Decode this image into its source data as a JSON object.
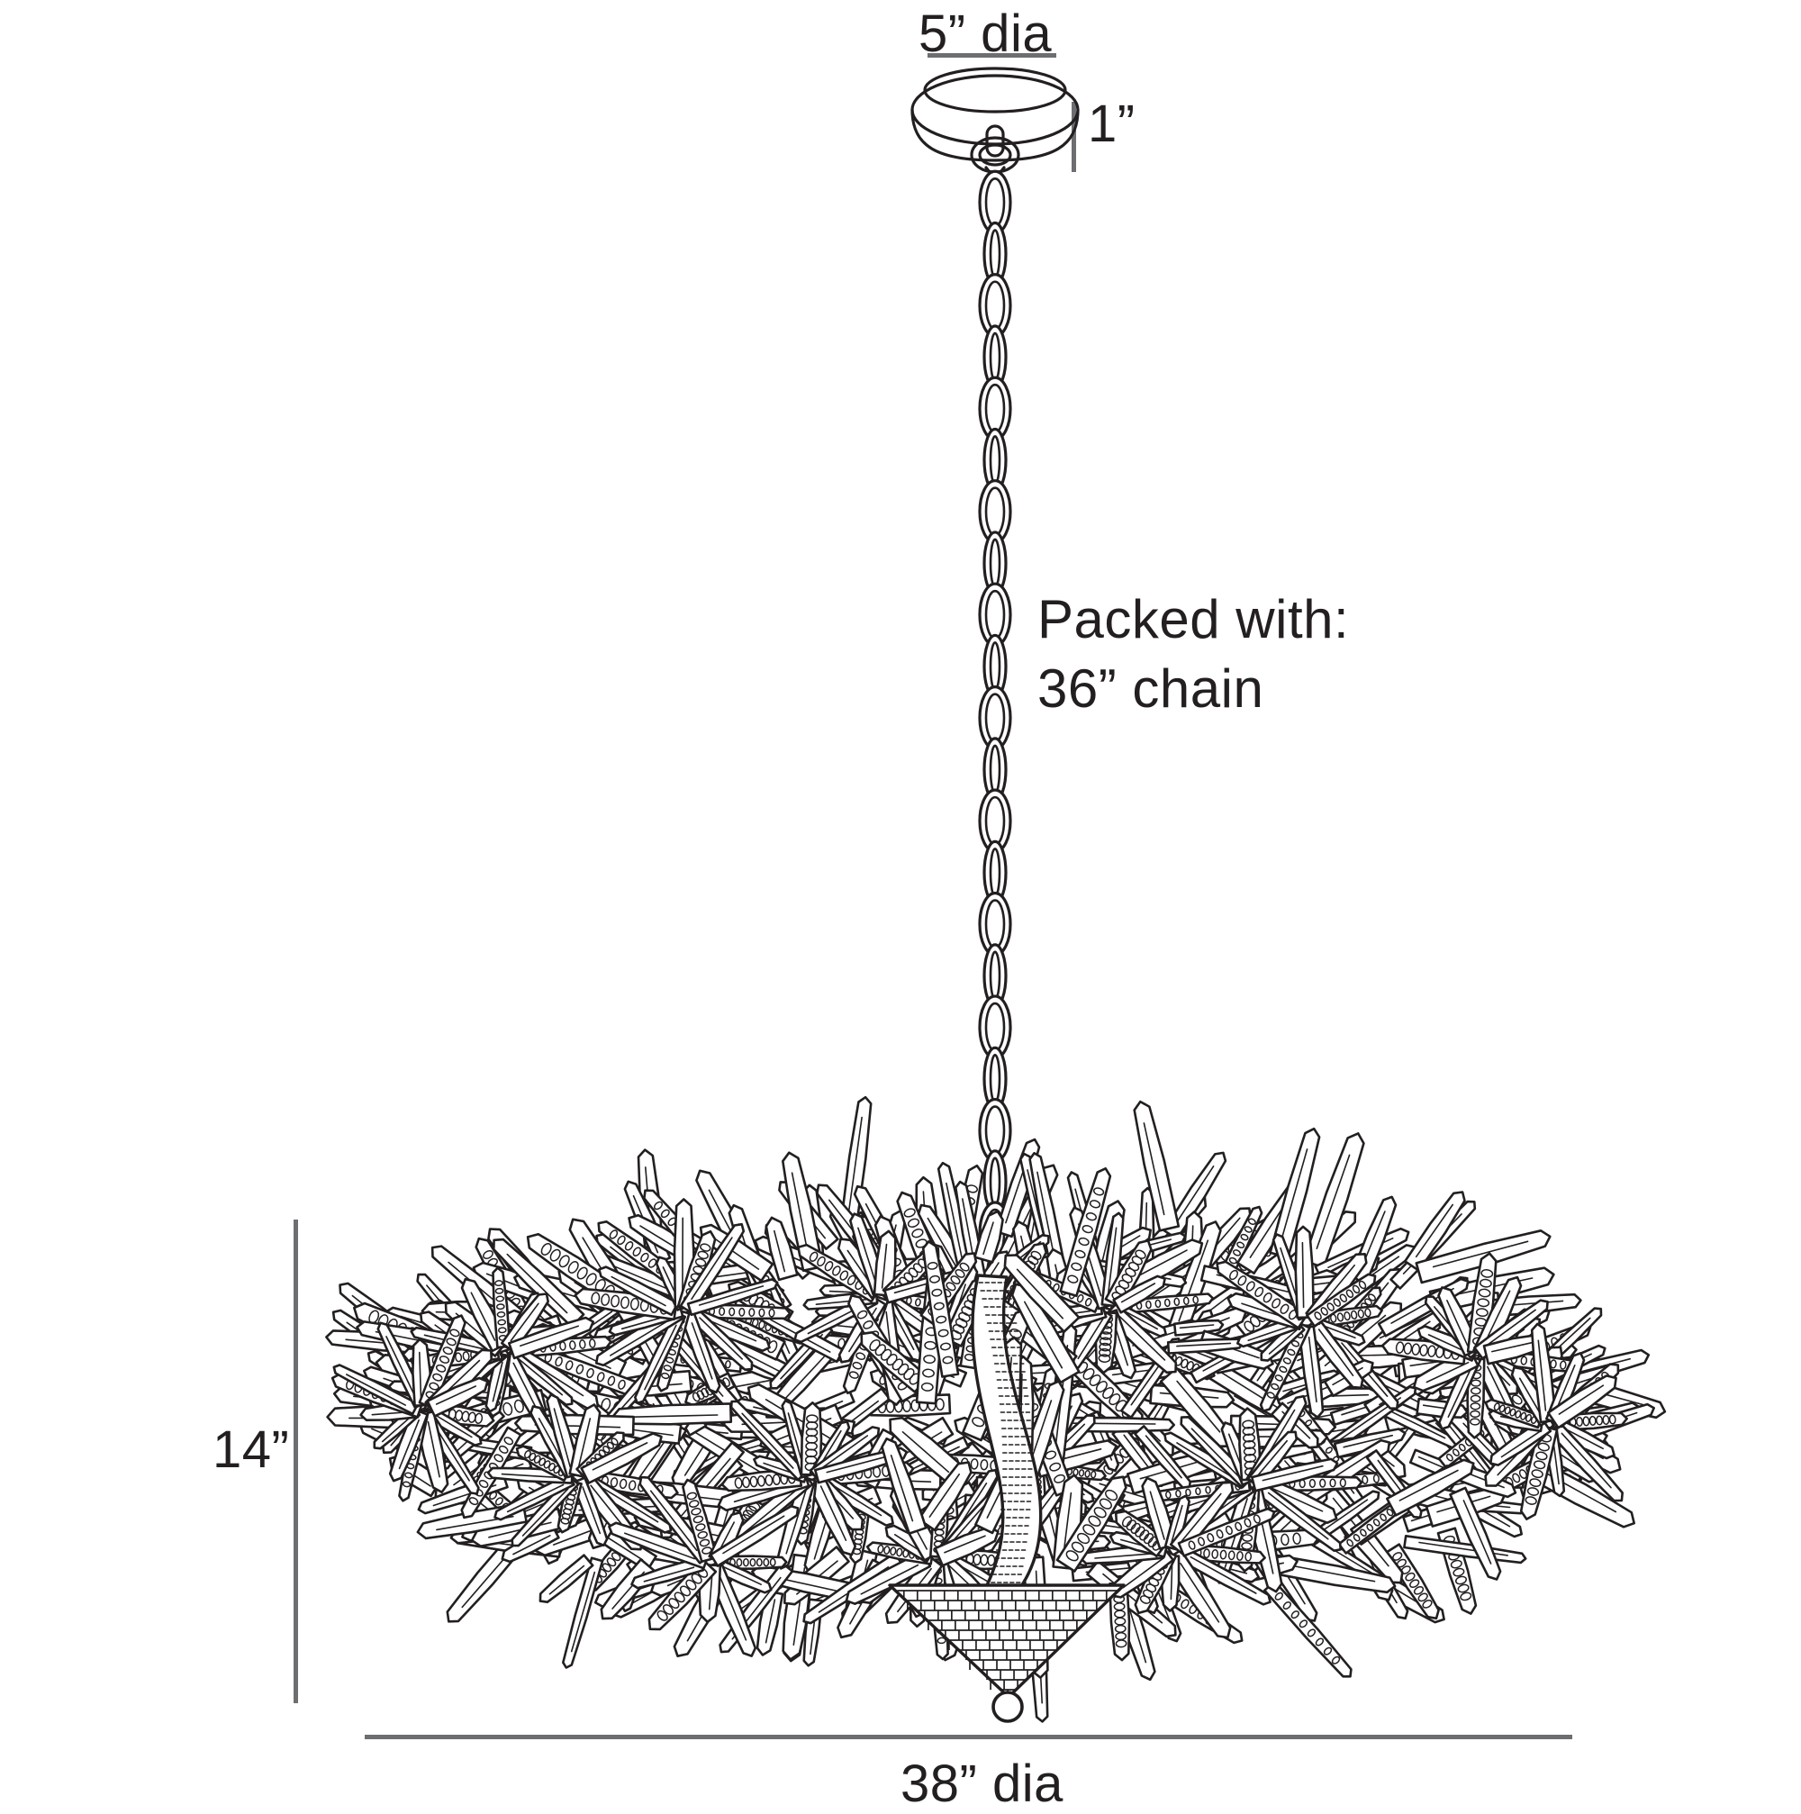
{
  "drawing": {
    "subject": "coral-branch chandelier dimension drawing",
    "background_color": "#ffffff",
    "line_color": "#231f20",
    "dimension_line_color": "#6d6e71"
  },
  "annotations": {
    "canopy_diameter": "5” dia",
    "canopy_height": "1”",
    "packed_note_line1": "Packed with:",
    "packed_note_line2": "36” chain",
    "fixture_height": "14”",
    "fixture_diameter": "38” dia"
  },
  "parts": {
    "canopy": "ceiling-canopy",
    "loop": "canopy-hanging-loop",
    "chain": "suspension-chain",
    "body": "coral-stick-shade-body",
    "cone": "hatched-center-cone",
    "finial": "bottom-ball-finial"
  },
  "chain_links": 21
}
